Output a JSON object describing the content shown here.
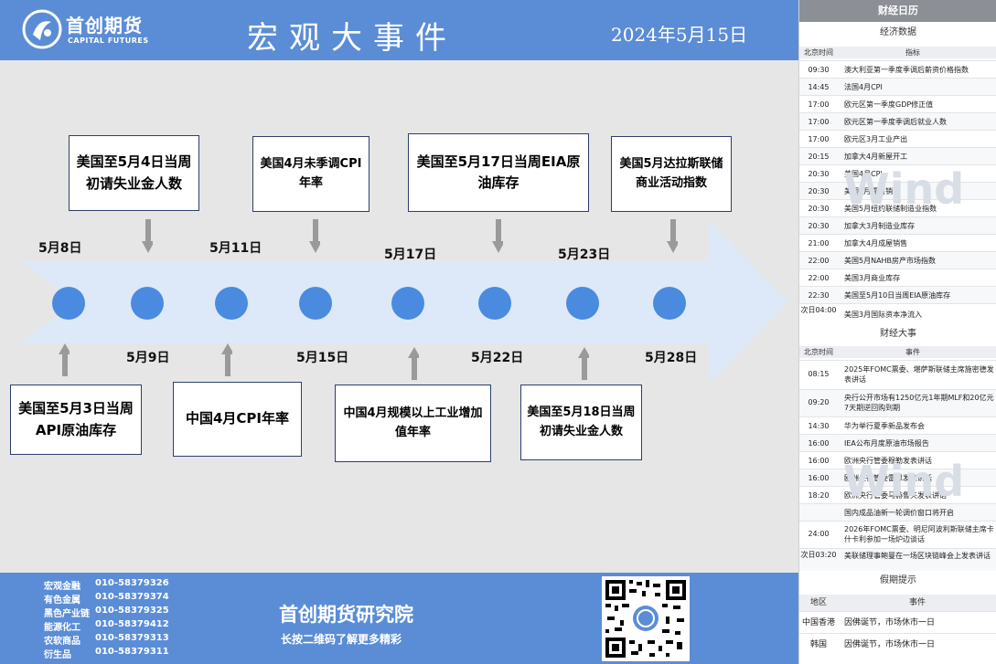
{
  "header": {
    "logo_cn": "首创期货",
    "logo_en": "CAPITAL FUTURES",
    "title": "宏观大事件",
    "date": "2024年5月15日"
  },
  "timeline": {
    "top_labels": [
      "5月8日",
      "5月11日",
      "5月17日",
      "5月23日"
    ],
    "bottom_labels": [
      "5月9日",
      "5月15日",
      "5月22日",
      "5月28日"
    ],
    "top_boxes": [
      "美国至5月4日当周初请失业金人数",
      "美国4月未季调CPI年率",
      "美国至5月17日当周EIA原油库存",
      "美国5月达拉斯联储商业活动指数"
    ],
    "bottom_boxes": [
      "美国至5月3日当周API原油库存",
      "中国4月CPI年率",
      "中国4月规模以上工业增加值年率",
      "美国至5月18日当周初请失业金人数"
    ]
  },
  "footer": {
    "contacts": [
      {
        "name": "宏观金融",
        "phone": "010-58379326"
      },
      {
        "name": "有色金属",
        "phone": "010-58379374"
      },
      {
        "name": "黑色产业链",
        "phone": "010-58379325"
      },
      {
        "name": "能源化工",
        "phone": "010-58379412"
      },
      {
        "name": "农软商品",
        "phone": "010-58379313"
      },
      {
        "name": "衍生品",
        "phone": "010-58379311"
      }
    ],
    "institute": "首创期货研究院",
    "subtitle": "长按二维码了解更多精彩"
  },
  "calendar": {
    "title": "财经日历",
    "econ_section": "经济数据",
    "col_time": "北京时间",
    "col_indicator": "指标",
    "econ": [
      {
        "time": "09:30",
        "item": "澳大利亚第一季度季调后薪资价格指数"
      },
      {
        "time": "14:45",
        "item": "法国4月CPI"
      },
      {
        "time": "17:00",
        "item": "欧元区第一季度GDP修正值"
      },
      {
        "time": "17:00",
        "item": "欧元区第一季度季调后就业人数"
      },
      {
        "time": "17:00",
        "item": "欧元区3月工业产出"
      },
      {
        "time": "20:15",
        "item": "加拿大4月新屋开工"
      },
      {
        "time": "20:30",
        "item": "美国4月CPI"
      },
      {
        "time": "20:30",
        "item": "美国4月零售销售"
      },
      {
        "time": "20:30",
        "item": "美国5月纽约联储制造业指数"
      },
      {
        "time": "20:30",
        "item": "加拿大3月制造业库存"
      },
      {
        "time": "21:00",
        "item": "加拿大4月成屋销售"
      },
      {
        "time": "22:00",
        "item": "美国5月NAHB房产市场指数"
      },
      {
        "time": "22:00",
        "item": "美国3月商业库存"
      },
      {
        "time": "22:30",
        "item": "美国至5月10日当周EIA原油库存"
      },
      {
        "time": "次日04:00",
        "item": "美国3月国际资本净流入"
      }
    ],
    "event_section": "财经大事",
    "col_event": "事件",
    "events": [
      {
        "time": "08:15",
        "item": "2025年FOMC票委、堪萨斯联储主席施密德发表讲话"
      },
      {
        "time": "09:20",
        "item": "央行公开市场有1250亿元1年期MLF和20亿元7天期逆回购到期"
      },
      {
        "time": "14:30",
        "item": "华为举行夏季新品发布会"
      },
      {
        "time": "16:00",
        "item": "IEA公布月度原油市场报告"
      },
      {
        "time": "16:00",
        "item": "欧洲央行管委穆勒发表讲话"
      },
      {
        "time": "16:00",
        "item": "欧洲央行管委雷恩发表讲话"
      },
      {
        "time": "18:20",
        "item": "欧洲央行管委马赫鲁夫发表讲话"
      },
      {
        "time": "",
        "item": "国内成品油新一轮调价窗口将开启"
      },
      {
        "time": "24:00",
        "item": "2026年FOMC票委、明尼阿波利斯联储主席卡什卡利参加一场炉边谈话"
      },
      {
        "time": "次日03:20",
        "item": "美联储理事鲍曼在一场区块链峰会上发表讲话"
      }
    ],
    "holiday_section": "假期提示",
    "col_region": "地区",
    "holidays": [
      {
        "region": "中国香港",
        "item": "因佛诞节，市场休市一日"
      },
      {
        "region": "韩国",
        "item": "因佛诞节，市场休市一日"
      }
    ],
    "watermark": "Wind"
  }
}
